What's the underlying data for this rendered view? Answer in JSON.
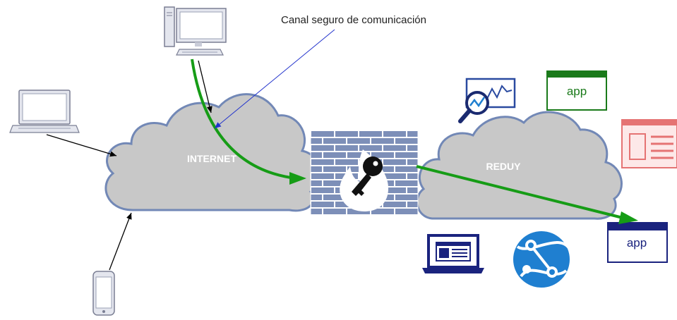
{
  "annotation": "Canal seguro de comunicación",
  "clouds": {
    "internet": "INTERNET",
    "reduy": "REDUY"
  },
  "apps": {
    "top": "app",
    "bottom": "app"
  },
  "colors": {
    "cloud_fill": "#c8c8c8",
    "cloud_stroke": "#7288b6",
    "secure_path": "#169c16",
    "annotation_arrow": "#2233cc",
    "brick_fill": "#7d8fb8",
    "app_green": "#1a7a1a",
    "app_navy": "#1a237e",
    "azure_blue": "#1f7fd0",
    "panel_red": "#e57373"
  },
  "icons": [
    "desktop-computer-icon",
    "laptop-icon",
    "smartphone-icon",
    "firewall-icon",
    "key-icon",
    "monitoring-icon",
    "laptop-app-icon",
    "globe-network-icon",
    "web-panel-icon"
  ]
}
